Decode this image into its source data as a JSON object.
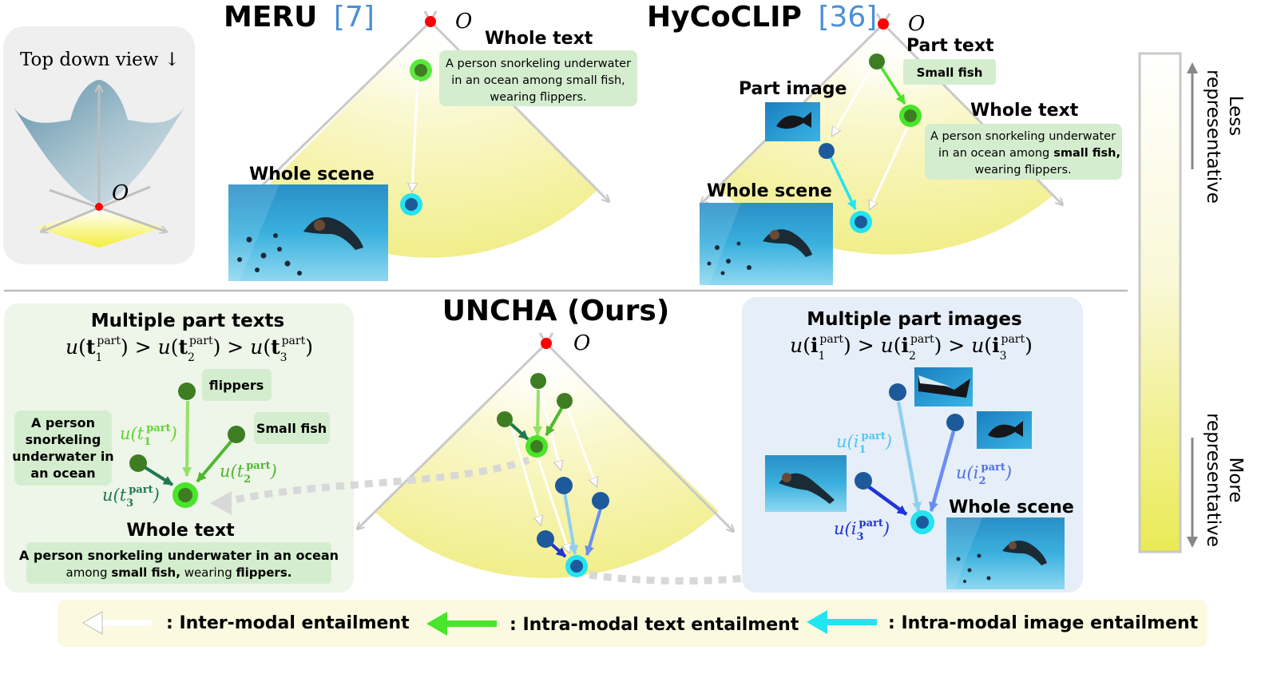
{
  "colors": {
    "text_arrow": "#49e52a",
    "image_arrow": "#23e4f0",
    "inter_arrow": "#ffffff",
    "root": "#ff0000",
    "node_green": "#3f7d23",
    "node_blue": "#1d5a9c",
    "cone_yellow": "#f2ee8c",
    "axis_gray": "#c9c9c9",
    "citation_blue": "#4a8fd4"
  },
  "inset": {
    "title": "Top down view ↓",
    "origin": "O"
  },
  "meru": {
    "name": "MERU",
    "cite": "[7]",
    "origin": "O",
    "whole_text_title": "Whole text",
    "whole_text_caption": [
      "A person snorkeling underwater",
      "in an ocean among small fish,",
      "wearing flippers."
    ],
    "whole_scene_title": "Whole scene"
  },
  "hycoclip": {
    "name": "HyCoCLIP",
    "cite": "[36]",
    "origin": "O",
    "part_text_title": "Part text",
    "part_text_caption": "Small fish",
    "part_image_title": "Part image",
    "whole_text_title": "Whole text",
    "whole_text_caption": [
      "A person snorkeling underwater",
      "in an ocean among",
      "small fish,",
      "wearing flippers."
    ],
    "whole_scene_title": "Whole scene"
  },
  "uncha": {
    "name": "UNCHA (Ours)",
    "origin": "O"
  },
  "texts_panel": {
    "title": "Multiple part texts",
    "inequality": [
      "u(t",
      "part",
      "1",
      ") > u(t",
      "part",
      "2",
      ") > u(t",
      "part",
      "3",
      ")"
    ],
    "chip_flippers": "flippers",
    "chip_small_fish": "Small fish",
    "chip_person": [
      "A person",
      "snorkeling",
      "underwater in",
      "an ocean"
    ],
    "u1": "u(t",
    "u2": "u(t",
    "u3": "u(t",
    "sup": "part",
    "whole_text_title": "Whole text",
    "caption_line1": "A person snorkeling underwater in an ocean",
    "caption_line2_prefix": "among ",
    "caption_line2_bold1": "small fish,",
    "caption_line2_mid": " wearing ",
    "caption_line2_bold2": "flippers."
  },
  "images_panel": {
    "title": "Multiple part images",
    "inequality": [
      "u(i",
      "part",
      "1",
      ") > u(i",
      "part",
      "2",
      ") > u(i",
      "part",
      "3",
      ")"
    ],
    "sup": "part",
    "whole_scene_title": "Whole scene"
  },
  "gradient_bar": {
    "top_label": [
      "Less",
      "representative"
    ],
    "bottom_label": [
      "More",
      "representative"
    ]
  },
  "legend": {
    "inter": ": Inter-modal entailment",
    "text": ": Intra-modal text entailment",
    "image": ": Intra-modal image entailment"
  }
}
